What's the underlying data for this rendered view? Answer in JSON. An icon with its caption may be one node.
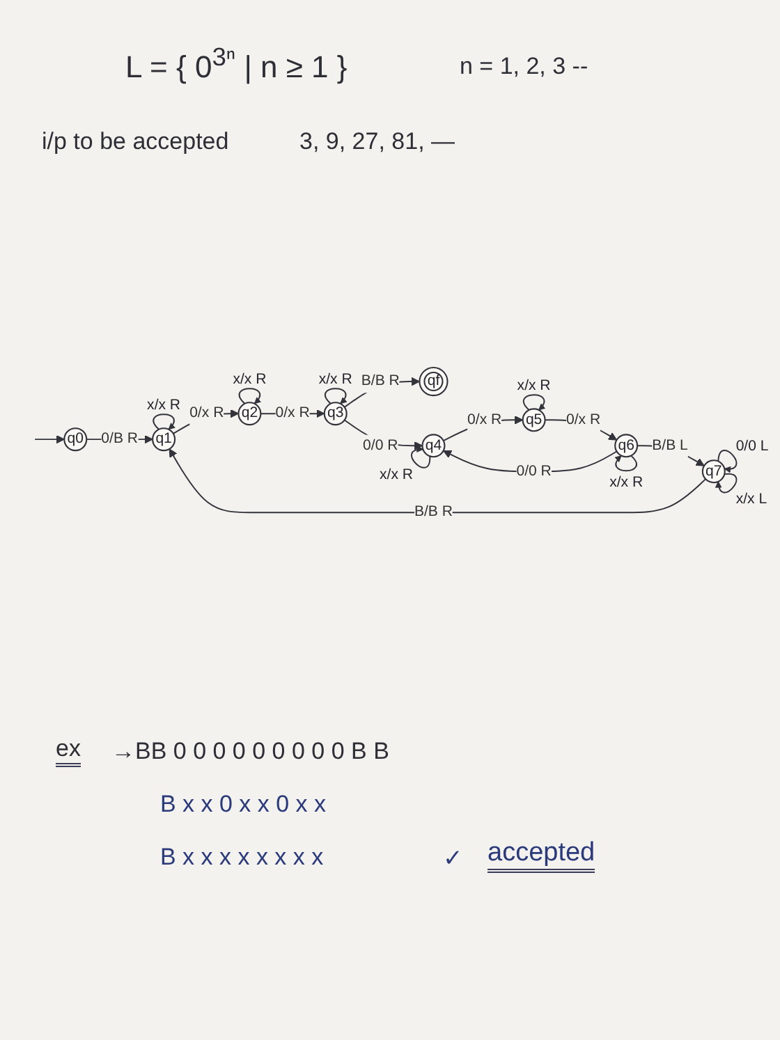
{
  "diagram": {
    "title": "L = { 0$^{3ⁿ}$ | n ≥ 1 }",
    "nodes": [
      {
        "text": [
          "q0"
        ]
      },
      {
        "text": [
          "q1"
        ]
      },
      {
        "text": [
          "q2"
        ]
      },
      {
        "text": [
          "q3"
        ]
      },
      {
        "text": [
          "qf"
        ]
      },
      {
        "text": [
          "q4"
        ]
      },
      {
        "text": [
          "q5"
        ]
      },
      {
        "text": [
          "q6"
        ]
      },
      {
        "text": [
          "q7"
        ]
      }
    ],
    "edges": [
      {
        "from": null,
        "to": 0,
        "arrow": "to"
      },
      {
        "from": 0,
        "to": 1,
        "arrow": "to",
        "label": "0/B R"
      },
      {
        "from": 1,
        "to": 1,
        "arrow": "to",
        "label": "x/x R"
      },
      {
        "from": 1,
        "to": 2,
        "arrow": "to",
        "label": "0/x R"
      },
      {
        "from": 2,
        "to": 2,
        "arrow": "to",
        "label": "x/x R"
      },
      {
        "from": 2,
        "to": 3,
        "arrow": "to",
        "label": "0/x R"
      },
      {
        "from": 3,
        "to": 3,
        "arrow": "to",
        "label": "x/x R"
      },
      {
        "from": 3,
        "to": 4,
        "arrow": "to",
        "label": "B/B R"
      },
      {
        "from": 3,
        "to": 5,
        "arrow": "to",
        "label": "0/0 R"
      },
      {
        "from": 5,
        "to": 5,
        "arrow": "to",
        "label": "x/x R"
      },
      {
        "from": 5,
        "to": 6,
        "arrow": "to",
        "label": "0/x R"
      },
      {
        "from": 6,
        "to": 6,
        "arrow": "to",
        "label": "x/x R"
      },
      {
        "from": 6,
        "to": 7,
        "arrow": "to",
        "label": "0/x R"
      },
      {
        "from": 7,
        "to": 7,
        "arrow": "to",
        "label": "x/x R"
      },
      {
        "from": 7,
        "to": 5,
        "arrow": "to",
        "label": "0/0 R"
      },
      {
        "from": 7,
        "to": 8,
        "arrow": "to",
        "label": "B/B L"
      },
      {
        "from": 8,
        "to": 8,
        "arrow": "to",
        "label": "0/0 L"
      },
      {
        "from": 8,
        "to": 8,
        "arrow": "to",
        "label": "x/x L"
      },
      {
        "from": 8,
        "to": 1,
        "arrow": "to",
        "label": "B/B R"
      }
    ],
    "labels": [
      "n = 1, 2, 3 --",
      "i/p to be accepted",
      "3, 9, 27, 81, —",
      "ex",
      "→BB 0 0 0 0 0 0 0 0 0 B B",
      "B x x 0 x x 0 x x",
      "B x x x x x x x x",
      "✓",
      "accepted"
    ]
  }
}
